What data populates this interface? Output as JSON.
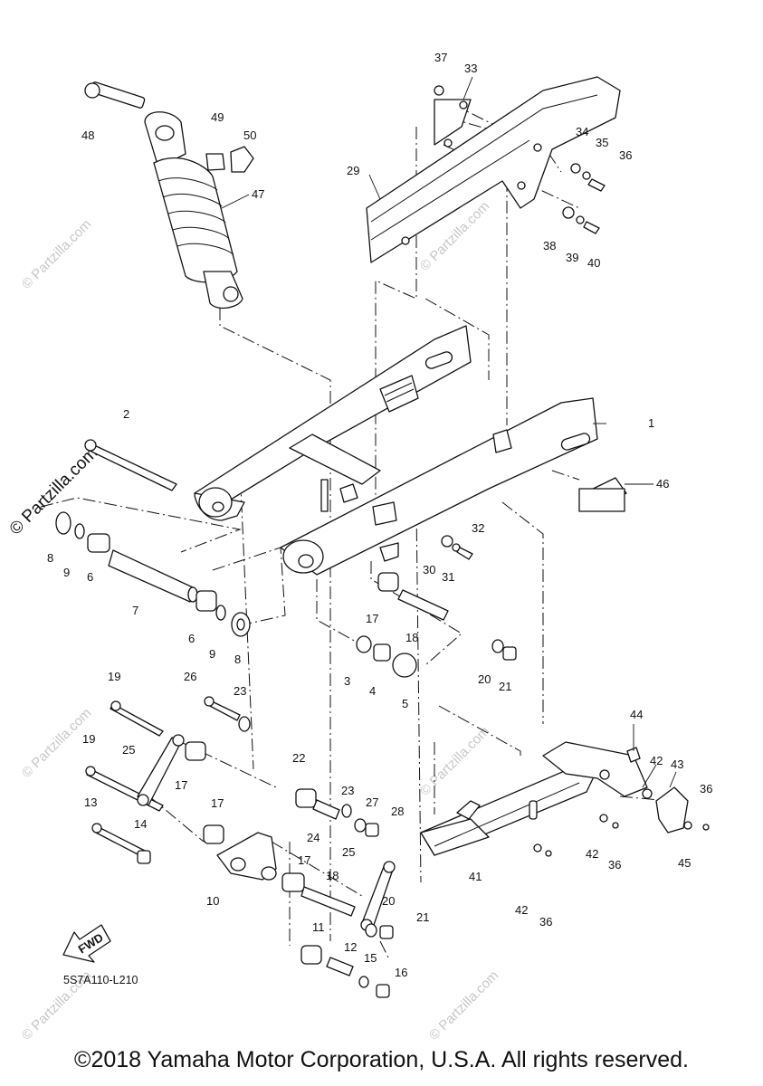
{
  "copyright": "©2018 Yamaha Motor Corporation, U.S.A. All rights reserved.",
  "diagram_code": "5S7A110-L210",
  "fwd_label": "FWD",
  "watermark_main": "© Partzilla.com",
  "watermark_small": "© Partzilla.com",
  "callouts": {
    "n1": "1",
    "n2": "2",
    "n3": "3",
    "n4": "4",
    "n5": "5",
    "n6a": "6",
    "n6b": "6",
    "n7": "7",
    "n8a": "8",
    "n8b": "8",
    "n9a": "9",
    "n9b": "9",
    "n10": "10",
    "n11": "11",
    "n12": "12",
    "n13": "13",
    "n14": "14",
    "n15": "15",
    "n16": "16",
    "n17a": "17",
    "n17b": "17",
    "n17c": "17",
    "n17d": "17",
    "n18a": "18",
    "n18b": "18",
    "n19a": "19",
    "n19b": "19",
    "n20a": "20",
    "n20b": "20",
    "n21a": "21",
    "n21b": "21",
    "n22": "22",
    "n23a": "23",
    "n23b": "23",
    "n24": "24",
    "n25a": "25",
    "n25b": "25",
    "n26": "26",
    "n27": "27",
    "n28": "28",
    "n29": "29",
    "n30": "30",
    "n31": "31",
    "n32": "32",
    "n33": "33",
    "n34": "34",
    "n35": "35",
    "n36a": "36",
    "n36b": "36",
    "n36c": "36",
    "n36d": "36",
    "n37": "37",
    "n38": "38",
    "n39": "39",
    "n40": "40",
    "n41": "41",
    "n42a": "42",
    "n42b": "42",
    "n42c": "42",
    "n43": "43",
    "n44": "44",
    "n45": "45",
    "n46": "46",
    "n47": "47",
    "n48": "48",
    "n49": "49",
    "n50": "50"
  }
}
